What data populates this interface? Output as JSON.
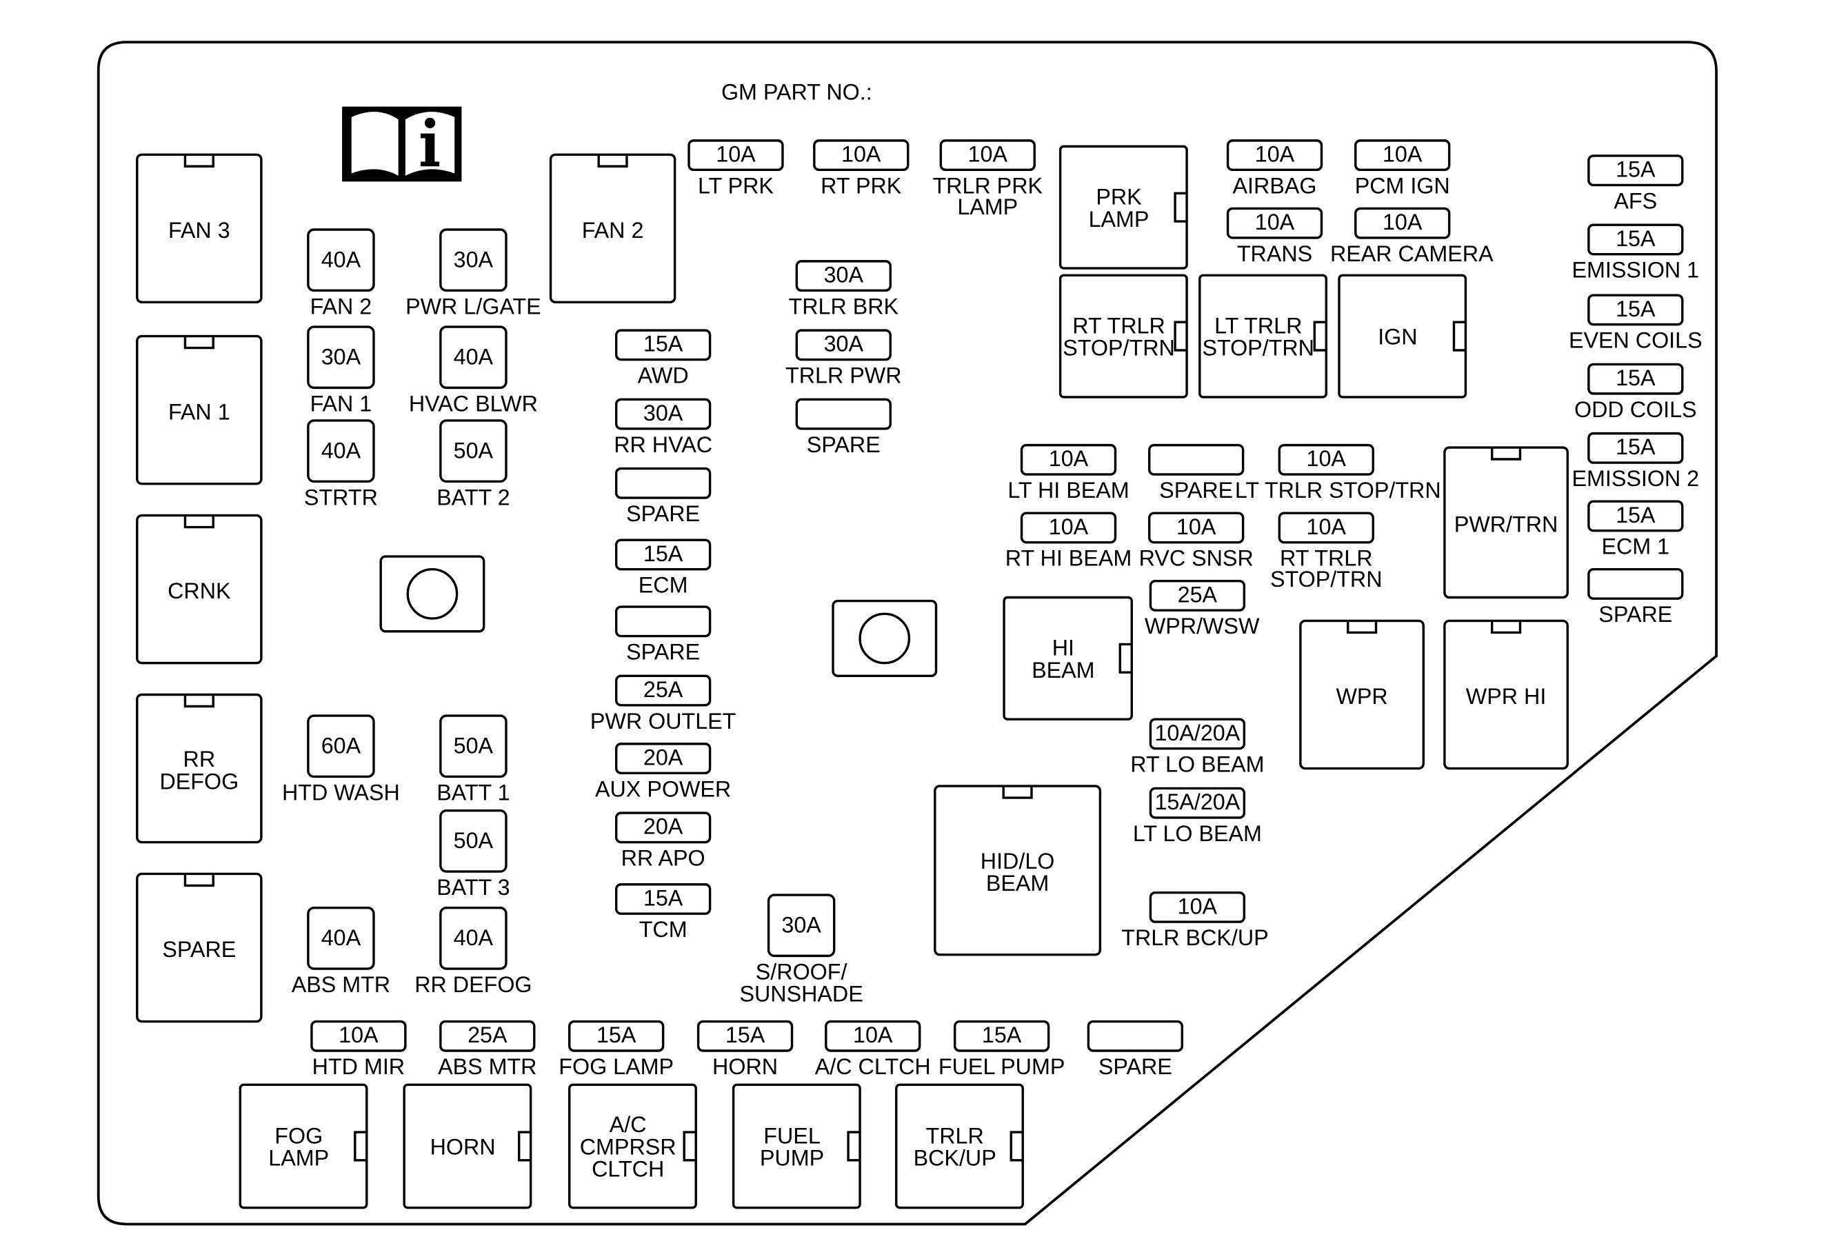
{
  "header": {
    "part_no_label": "GM PART NO.:"
  },
  "info_icon": "owner-manual-info-icon",
  "relays_large": [
    {
      "id": "fan3",
      "lines": [
        "FAN 3"
      ]
    },
    {
      "id": "fan1",
      "lines": [
        "FAN 1"
      ]
    },
    {
      "id": "crnk",
      "lines": [
        "CRNK"
      ]
    },
    {
      "id": "rr-defog",
      "lines": [
        "RR",
        "DEFOG"
      ]
    },
    {
      "id": "spare-relay",
      "lines": [
        "SPARE"
      ]
    },
    {
      "id": "fan2",
      "lines": [
        "FAN 2"
      ]
    },
    {
      "id": "pwr-trn",
      "lines": [
        "PWR/TRN"
      ]
    },
    {
      "id": "wpr",
      "lines": [
        "WPR"
      ]
    },
    {
      "id": "wpr-hi",
      "lines": [
        "WPR HI"
      ]
    },
    {
      "id": "hid-lo-beam",
      "lines": [
        "HID/LO",
        "BEAM"
      ]
    }
  ],
  "relays_side": [
    {
      "id": "prk-lamp",
      "lines": [
        "PRK",
        "LAMP"
      ]
    },
    {
      "id": "rt-trlr-stop-trn",
      "lines": [
        "RT TRLR",
        "STOP/TRN"
      ]
    },
    {
      "id": "lt-trlr-stop-trn",
      "lines": [
        "LT TRLR",
        "STOP/TRN"
      ]
    },
    {
      "id": "ign",
      "lines": [
        "IGN"
      ]
    },
    {
      "id": "hi-beam",
      "lines": [
        "HI",
        "BEAM"
      ]
    },
    {
      "id": "fog-lamp-relay",
      "lines": [
        "FOG",
        "LAMP"
      ]
    },
    {
      "id": "horn-relay",
      "lines": [
        "HORN"
      ]
    },
    {
      "id": "ac-cmprsr-cltch",
      "lines": [
        "A/C",
        "CMPRSR",
        "CLTCH"
      ]
    },
    {
      "id": "fuel-pump-relay",
      "lines": [
        "FUEL",
        "PUMP"
      ]
    },
    {
      "id": "trlr-bck-up-relay",
      "lines": [
        "TRLR",
        "BCK/UP"
      ]
    }
  ],
  "maxi_fuses": [
    {
      "id": "fan2-fuse",
      "rating": "40A",
      "label": [
        "FAN 2"
      ]
    },
    {
      "id": "pwr-lgate",
      "rating": "30A",
      "label": [
        "PWR L/GATE"
      ]
    },
    {
      "id": "fan1-fuse",
      "rating": "30A",
      "label": [
        "FAN 1"
      ]
    },
    {
      "id": "hvac-blwr",
      "rating": "40A",
      "label": [
        "HVAC BLWR"
      ]
    },
    {
      "id": "strtr",
      "rating": "40A",
      "label": [
        "STRTR"
      ]
    },
    {
      "id": "batt2",
      "rating": "50A",
      "label": [
        "BATT 2"
      ]
    },
    {
      "id": "htd-wash",
      "rating": "60A",
      "label": [
        "HTD WASH"
      ]
    },
    {
      "id": "batt1",
      "rating": "50A",
      "label": [
        "BATT 1"
      ]
    },
    {
      "id": "batt3",
      "rating": "50A",
      "label": [
        "BATT 3"
      ]
    },
    {
      "id": "abs-mtr-maxi",
      "rating": "40A",
      "label": [
        "ABS MTR"
      ]
    },
    {
      "id": "rr-defog-maxi",
      "rating": "40A",
      "label": [
        "RR DEFOG"
      ]
    },
    {
      "id": "sroof-sunshade",
      "rating": "30A",
      "label": [
        "S/ROOF/",
        "SUNSHADE"
      ]
    }
  ],
  "mini_fuses": [
    {
      "id": "lt-prk",
      "rating": "10A",
      "label": [
        "LT PRK"
      ]
    },
    {
      "id": "rt-prk",
      "rating": "10A",
      "label": [
        "RT PRK"
      ]
    },
    {
      "id": "trlr-prk-lamp",
      "rating": "10A",
      "label": [
        "TRLR PRK",
        "LAMP"
      ]
    },
    {
      "id": "airbag",
      "rating": "10A",
      "label": [
        "AIRBAG"
      ]
    },
    {
      "id": "pcm-ign",
      "rating": "10A",
      "label": [
        "PCM IGN"
      ]
    },
    {
      "id": "trans",
      "rating": "10A",
      "label": [
        "TRANS"
      ]
    },
    {
      "id": "rear-camera",
      "rating": "10A",
      "label": [
        "REAR CAMERA"
      ]
    },
    {
      "id": "afs",
      "rating": "15A",
      "label": [
        "AFS"
      ]
    },
    {
      "id": "emission1",
      "rating": "15A",
      "label": [
        "EMISSION 1"
      ]
    },
    {
      "id": "even-coils",
      "rating": "15A",
      "label": [
        "EVEN COILS"
      ]
    },
    {
      "id": "odd-coils",
      "rating": "15A",
      "label": [
        "ODD COILS"
      ]
    },
    {
      "id": "emission2",
      "rating": "15A",
      "label": [
        "EMISSION 2"
      ]
    },
    {
      "id": "ecm1",
      "rating": "15A",
      "label": [
        "ECM 1"
      ]
    },
    {
      "id": "spare-right",
      "rating": "",
      "label": [
        "SPARE"
      ]
    },
    {
      "id": "trlr-brk",
      "rating": "30A",
      "label": [
        "TRLR BRK"
      ]
    },
    {
      "id": "trlr-pwr",
      "rating": "30A",
      "label": [
        "TRLR PWR"
      ]
    },
    {
      "id": "spare-mid-top",
      "rating": "",
      "label": [
        "SPARE"
      ]
    },
    {
      "id": "awd",
      "rating": "15A",
      "label": [
        "AWD"
      ]
    },
    {
      "id": "rr-hvac",
      "rating": "30A",
      "label": [
        "RR HVAC"
      ]
    },
    {
      "id": "spare-mid-1",
      "rating": "",
      "label": [
        "SPARE"
      ]
    },
    {
      "id": "ecm",
      "rating": "15A",
      "label": [
        "ECM"
      ]
    },
    {
      "id": "spare-mid-2",
      "rating": "",
      "label": [
        "SPARE"
      ]
    },
    {
      "id": "pwr-outlet",
      "rating": "25A",
      "label": [
        "PWR OUTLET"
      ]
    },
    {
      "id": "aux-power",
      "rating": "20A",
      "label": [
        "AUX POWER"
      ]
    },
    {
      "id": "rr-apo",
      "rating": "20A",
      "label": [
        "RR APO"
      ]
    },
    {
      "id": "tcm",
      "rating": "15A",
      "label": [
        "TCM"
      ]
    },
    {
      "id": "lt-hi-beam",
      "rating": "10A",
      "label": [
        "LT HI BEAM"
      ]
    },
    {
      "id": "spare-hb",
      "rating": "",
      "label": [
        "SPARE"
      ]
    },
    {
      "id": "lt-trlr-stop-trn-fuse",
      "rating": "10A",
      "label": [
        "LT TRLR STOP/TRN"
      ]
    },
    {
      "id": "rt-hi-beam",
      "rating": "10A",
      "label": [
        "RT HI BEAM"
      ]
    },
    {
      "id": "rvc-snsr",
      "rating": "10A",
      "label": [
        "RVC SNSR"
      ]
    },
    {
      "id": "rt-trlr-stop-trn-fuse",
      "rating": "10A",
      "label": [
        "RT TRLR",
        "STOP/TRN"
      ]
    },
    {
      "id": "wpr-wsw",
      "rating": "25A",
      "label": [
        "WPR/WSW"
      ]
    },
    {
      "id": "rt-lo-beam",
      "rating": "10A/20A",
      "label": [
        "RT LO BEAM"
      ]
    },
    {
      "id": "lt-lo-beam",
      "rating": "15A/20A",
      "label": [
        "LT LO BEAM"
      ]
    },
    {
      "id": "trlr-bck-up",
      "rating": "10A",
      "label": [
        "TRLR BCK/UP"
      ]
    },
    {
      "id": "htd-mir",
      "rating": "10A",
      "label": [
        "HTD MIR"
      ]
    },
    {
      "id": "abs-mtr",
      "rating": "25A",
      "label": [
        "ABS MTR"
      ]
    },
    {
      "id": "fog-lamp",
      "rating": "15A",
      "label": [
        "FOG LAMP"
      ]
    },
    {
      "id": "horn",
      "rating": "15A",
      "label": [
        "HORN"
      ]
    },
    {
      "id": "ac-cltch",
      "rating": "10A",
      "label": [
        "A/C CLTCH"
      ]
    },
    {
      "id": "fuel-pump",
      "rating": "15A",
      "label": [
        "FUEL PUMP"
      ]
    },
    {
      "id": "spare-bottom",
      "rating": "",
      "label": [
        "SPARE"
      ]
    }
  ],
  "mounting_bosses": [
    "mounting-boss-left",
    "mounting-boss-center"
  ]
}
